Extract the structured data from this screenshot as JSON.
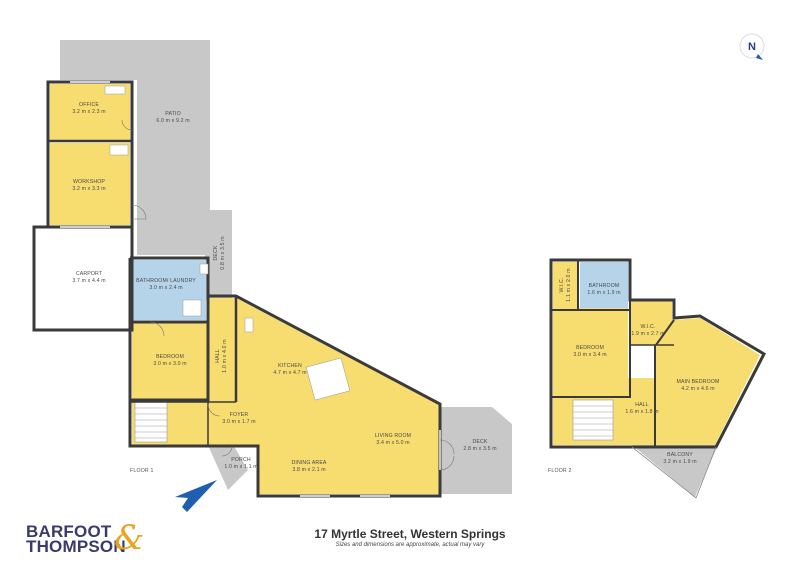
{
  "rooms": [
    {
      "key": "office",
      "name": "OFFICE",
      "dims": "3.2 m x 2.3 m"
    },
    {
      "key": "patio",
      "name": "PATIO",
      "dims": "6.0 m x 9.2 m"
    },
    {
      "key": "workshop",
      "name": "WORKSHOP",
      "dims": "3.2 m x 3.3 m"
    },
    {
      "key": "carport",
      "name": "CARPORT",
      "dims": "3.7 m x 4.4 m"
    },
    {
      "key": "deck-small",
      "name": "DECK",
      "dims": "0.8 m x 3.5 m"
    },
    {
      "key": "bathroom-laundry",
      "name": "BATHROOM/ LAUNDRY",
      "dims": "3.0 m x 2.4 m"
    },
    {
      "key": "bedroom-1",
      "name": "BEDROOM",
      "dims": "3.0 m x 3.0 m"
    },
    {
      "key": "hall-1",
      "name": "HALL",
      "dims": "1.0 m x 4.0 m"
    },
    {
      "key": "kitchen",
      "name": "KITCHEN",
      "dims": "4.7 m x 4.7 m"
    },
    {
      "key": "foyer",
      "name": "FOYER",
      "dims": "3.0 m x 1.7 m"
    },
    {
      "key": "living-room",
      "name": "LIVING ROOM",
      "dims": "3.4 m x 5.0 m"
    },
    {
      "key": "porch",
      "name": "PORCH",
      "dims": "1.0 m x 1.1 m"
    },
    {
      "key": "dining-area",
      "name": "DINING AREA",
      "dims": "3.8 m x 2.1 m"
    },
    {
      "key": "deck-2",
      "name": "DECK",
      "dims": "2.8 m x 3.5 m"
    },
    {
      "key": "wic-1",
      "name": "W.I.C.",
      "dims": "1.1 m x 2.0 m"
    },
    {
      "key": "bathroom-2",
      "name": "BATHROOM",
      "dims": "1.6 m x 1.9 m"
    },
    {
      "key": "bedroom-2",
      "name": "BEDROOM",
      "dims": "3.0 m x 3.4 m"
    },
    {
      "key": "wic-2",
      "name": "W.I.C.",
      "dims": "1.9 m x 2.7 m"
    },
    {
      "key": "main-bedroom",
      "name": "MAIN BEDROOM",
      "dims": "4.2 m x 4.6 m"
    },
    {
      "key": "hall-2",
      "name": "HALL",
      "dims": "1.6 m x 1.8 m"
    },
    {
      "key": "balcony",
      "name": "BALCONY",
      "dims": "3.2 m x 1.9 m"
    }
  ],
  "floors": {
    "floor1": "FLOOR 1",
    "floor2": "FLOOR 2"
  },
  "compass": {
    "letter": "N"
  },
  "brand": {
    "line1": "BARFOOT",
    "ampersand": "&",
    "line2": "THOMPSON"
  },
  "address": "17 Myrtle Street, Western Springs",
  "disclaimer": "Sizes and dimensions are approximate, actual may vary",
  "colors": {
    "interior": "#f7dc6f",
    "outdoor": "#c8c8c8",
    "bathroom": "#b5d4ea",
    "wall": "#3a3a3a",
    "arrow": "#1f5fb0",
    "brand": "#3a3a6c",
    "accent": "#e9a31d"
  }
}
